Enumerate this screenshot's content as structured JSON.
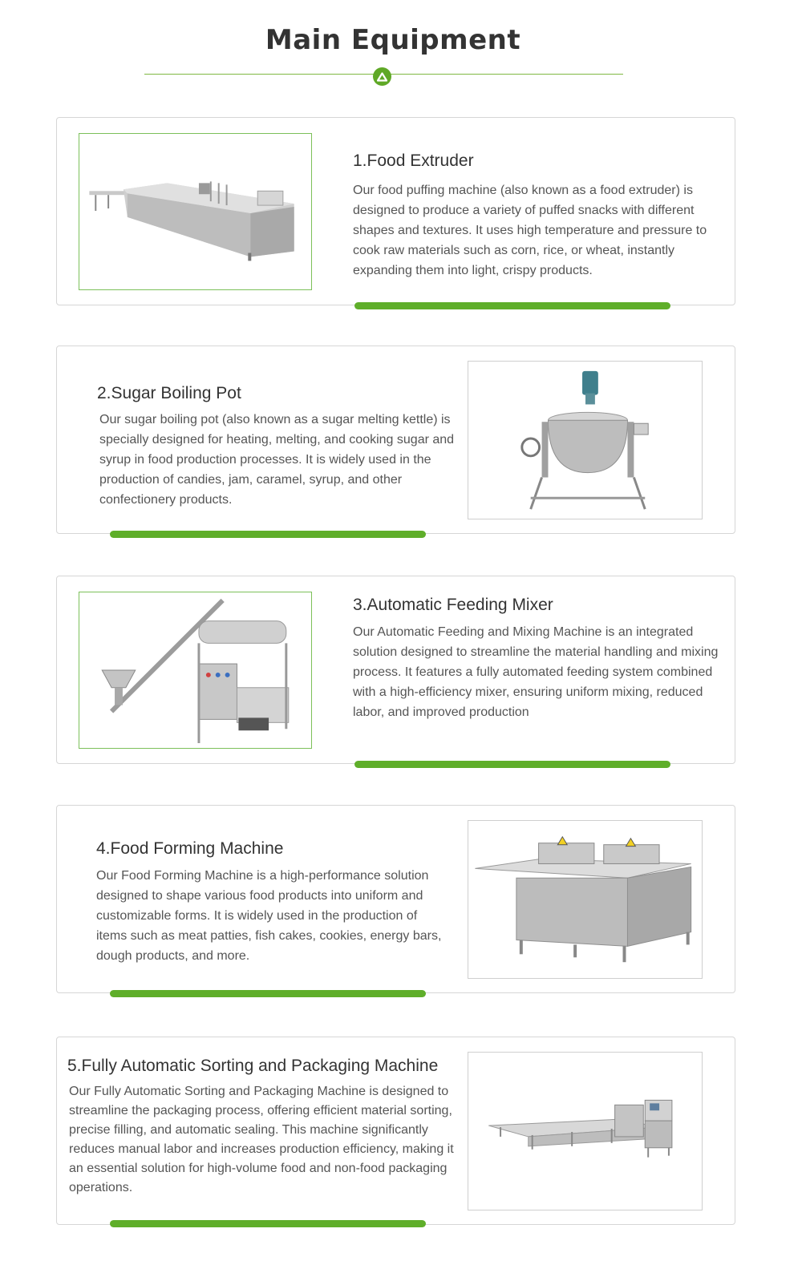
{
  "header": {
    "title": "Main Equipment"
  },
  "colors": {
    "accent": "#5fae2a",
    "divider": "#7fb843",
    "image_border": "#7cc05a"
  },
  "items": [
    {
      "title": "1.Food Extruder",
      "description": "Our food puffing machine (also known as a food extruder) is designed to produce a variety of puffed snacks with different shapes and textures. It uses high temperature and pressure to cook raw materials such as corn, rice, or wheat, instantly expanding them into light, crispy products.",
      "image": "food-extruder-image"
    },
    {
      "title": "2.Sugar Boiling Pot",
      "description": "Our sugar boiling pot (also known as a sugar melting kettle) is specially designed for heating, melting, and cooking sugar and syrup in food production processes. It is widely used in the production of candies, jam, caramel, syrup, and other confectionery products.",
      "image": "sugar-boiling-pot-image"
    },
    {
      "title": "3.Automatic Feeding Mixer",
      "description": "Our Automatic Feeding and Mixing Machine is an integrated solution designed to streamline the material handling and mixing process. It features a fully automated feeding system combined with a high-efficiency mixer, ensuring uniform mixing, reduced labor, and improved production",
      "image": "feeding-mixer-image"
    },
    {
      "title": "4.Food Forming Machine",
      "description": "Our Food Forming Machine is a high-performance solution designed to shape various food products into uniform and customizable forms. It is widely used in the production of items such as meat patties, fish cakes, cookies, energy bars, dough products, and more.",
      "image": "food-forming-machine-image"
    },
    {
      "title": "5.Fully Automatic Sorting and Packaging Machine",
      "description": "Our Fully Automatic Sorting and Packaging Machine is designed to streamline the packaging process, offering efficient material sorting, precise filling, and automatic sealing. This machine significantly reduces manual labor and increases production efficiency, making it an essential solution for high-volume food and non-food packaging operations.",
      "image": "packaging-machine-image"
    }
  ]
}
